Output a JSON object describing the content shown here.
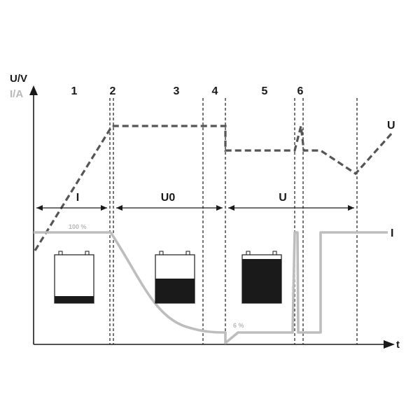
{
  "axes": {
    "y_primary": "U/V",
    "y_secondary": "I/A",
    "x": "t"
  },
  "phases": [
    "1",
    "2",
    "3",
    "4",
    "5",
    "6"
  ],
  "modes": {
    "constant_current": "I",
    "constant_voltage": "U0",
    "float_voltage": "U"
  },
  "curves": {
    "voltage_label": "U",
    "current_label": "I"
  },
  "annotations": {
    "start_current": "100 %",
    "end_current": "6 %"
  },
  "battery_states": [
    {
      "fill": 0.15
    },
    {
      "fill": 0.5
    },
    {
      "fill": 0.92
    }
  ],
  "colors": {
    "voltage": "#555555",
    "current": "#bdbdbd",
    "axis": "#1a1a1a",
    "secondary_axis_label": "#b8b8b8"
  }
}
